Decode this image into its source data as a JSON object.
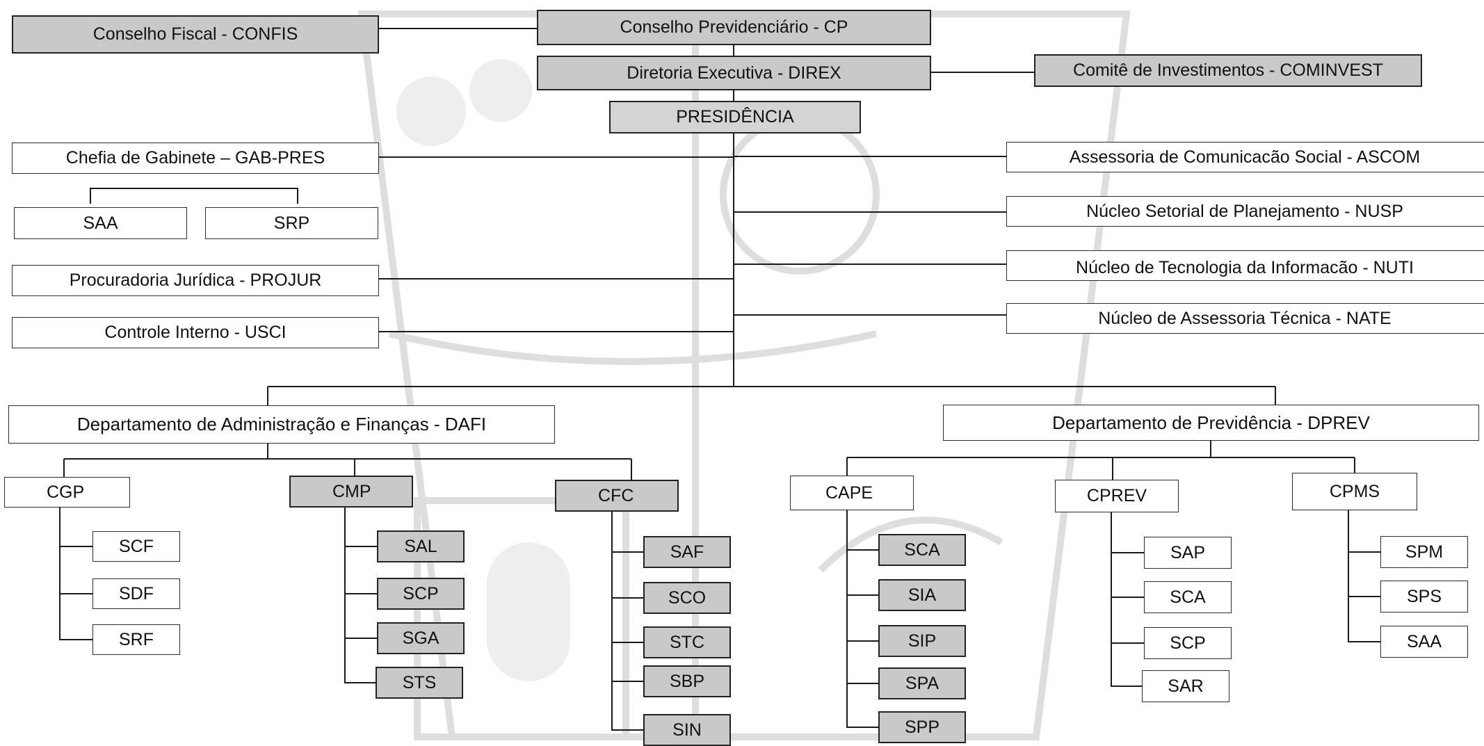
{
  "colors": {
    "line": "#1a1a1a",
    "header_fill": "#c9c9c9",
    "box_fill": "#ffffff",
    "watermark": "#dedede"
  },
  "watermark": {
    "icon": "coat-of-arms-watermark"
  },
  "top": {
    "confis": "Conselho Fiscal - CONFIS",
    "cp": "Conselho Previdenciário - CP",
    "direx": "Diretoria Executiva - DIREX",
    "cominvest": "Comitê de Investimentos - COMINVEST",
    "presidencia": "PRESIDÊNCIA"
  },
  "left_staff": {
    "gab": "Chefia de Gabinete – GAB-PRES",
    "saa": "SAA",
    "srp": "SRP",
    "projur": "Procuradoria Jurídica - PROJUR",
    "usci": "Controle Interno - USCI"
  },
  "right_staff": {
    "ascom": "Assessoria de Comunicacão Social - ASCOM",
    "nusp": "Núcleo Setorial de Planejamento - NUSP",
    "nuti": "Núcleo de Tecnologia da Informacão - NUTI",
    "nate": "Núcleo de Assessoria Técnica - NATE"
  },
  "departments": {
    "dafi": {
      "label": "Departamento de Administração e Finanças - DAFI",
      "coords": [
        {
          "label": "CGP",
          "subs": [
            "SCF",
            "SDF",
            "SRF"
          ]
        },
        {
          "label": "CMP",
          "subs": [
            "SAL",
            "SCP",
            "SGA",
            "STS"
          ]
        },
        {
          "label": "CFC",
          "subs": [
            "SAF",
            "SCO",
            "STC",
            "SBP",
            "SIN"
          ]
        }
      ]
    },
    "dprev": {
      "label": "Departamento de Previdência - DPREV",
      "coords": [
        {
          "label": "CAPE",
          "subs": [
            "SCA",
            "SIA",
            "SIP",
            "SPA",
            "SPP"
          ]
        },
        {
          "label": "CPREV",
          "subs": [
            "SAP",
            "SCA",
            "SCP",
            "SAR"
          ]
        },
        {
          "label": "CPMS",
          "subs": [
            "SPM",
            "SPS",
            "SAA"
          ]
        }
      ]
    }
  }
}
